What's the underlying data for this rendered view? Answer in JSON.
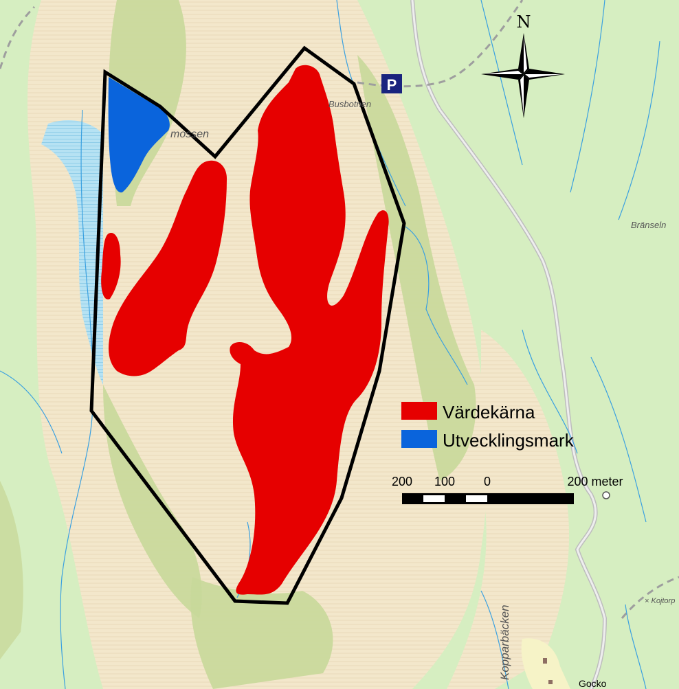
{
  "place_names": {
    "mossen": "mossen",
    "busbotnen": "Busbotnen",
    "branseln": "Bränseln",
    "kopparbacken": "Kopparbäcken",
    "kojtorp": "× Kojtorp",
    "gocko": "Gocko"
  },
  "parking": {
    "label": "P"
  },
  "north_arrow": {
    "label": "N"
  },
  "legend": {
    "items": [
      {
        "label": "Värdekärna",
        "color": "#e60000"
      },
      {
        "label": "Utvecklingsmark",
        "color": "#0a64dc"
      }
    ]
  },
  "scale_bar": {
    "labels": [
      "200",
      "100",
      "0",
      "200 meter"
    ]
  },
  "colors": {
    "forest": "#d6eec1",
    "open_land": "#f2e6c9",
    "slope": "#c9d99c",
    "wetland": "#a9dcef",
    "stream": "#3aa0e0",
    "road": "#c8c8c8",
    "boundary": "#000000",
    "value_core": "#e60000",
    "development": "#0a64dc",
    "parking_bg": "#1a237e"
  }
}
